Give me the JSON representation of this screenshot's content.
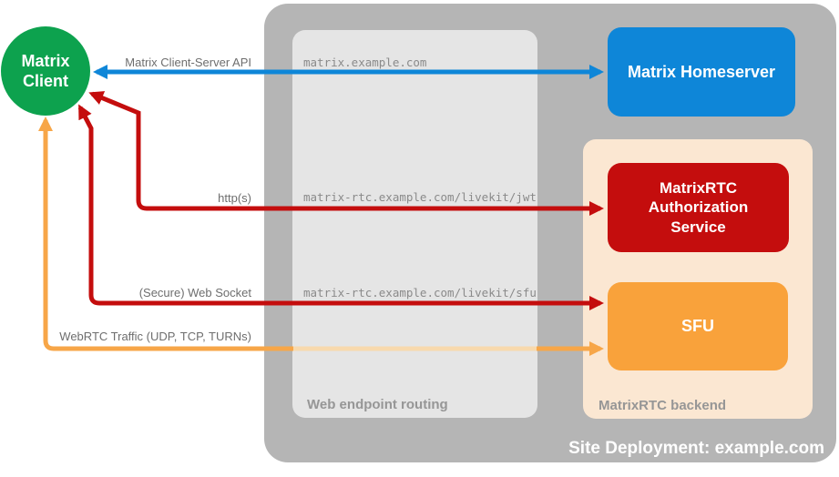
{
  "container": {
    "title": "Site Deployment: example.com",
    "color": "#b5b5b5"
  },
  "groups": {
    "routing": {
      "label": "Web endpoint routing",
      "color": "#e5e5e5"
    },
    "backend": {
      "label": "MatrixRTC backend",
      "color": "#fbe7d2"
    }
  },
  "nodes": {
    "client": {
      "label": "Matrix Client",
      "color": "#0da24e"
    },
    "homeserver": {
      "label": "Matrix Homeserver",
      "color": "#0e86d8"
    },
    "auth": {
      "label": "MatrixRTC Authorization Service",
      "color": "#c40d0d"
    },
    "sfu": {
      "label": "SFU",
      "color": "#f9a23b"
    }
  },
  "arrows": {
    "client_server_api": {
      "label": "Matrix Client-Server API",
      "endpoint": "matrix.example.com",
      "color": "#0e86d8",
      "from": "Matrix Client",
      "to": "Matrix Homeserver"
    },
    "https": {
      "label": "http(s)",
      "endpoint": "matrix-rtc.example.com/livekit/jwt",
      "color": "#c40d0d",
      "from": "Matrix Client",
      "to": "MatrixRTC Authorization Service"
    },
    "websocket": {
      "label": "(Secure) Web Socket",
      "endpoint": "matrix-rtc.example.com/livekit/sfu",
      "color": "#c40d0d",
      "from": "Matrix Client",
      "to": "SFU"
    },
    "webrtc": {
      "label": "WebRTC Traffic (UDP, TCP, TURNs)",
      "endpoint": "",
      "color": "#f7a648",
      "from": "Matrix Client",
      "to": "SFU"
    }
  }
}
